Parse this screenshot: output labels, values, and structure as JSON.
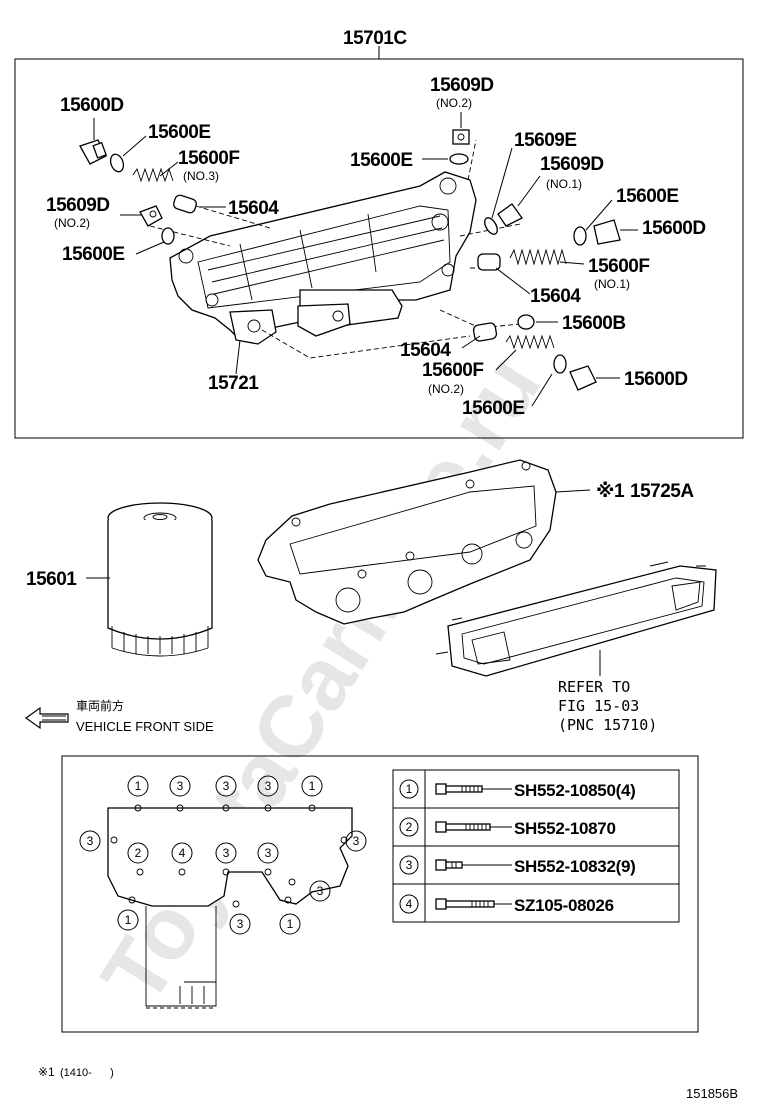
{
  "assembly": {
    "part_number": "15701C",
    "callouts": {
      "p15600D_tl": "15600D",
      "p15600E_a": "15600E",
      "p15600F_no3": "15600F",
      "no3": "(NO.3)",
      "p15609D_no2_left": "15609D",
      "no2_left": "(NO.2)",
      "p15604_a": "15604",
      "p15600E_left": "15600E",
      "p15609D_no2_top": "15609D",
      "no2_top": "(NO.2)",
      "p15600E_top": "15600E",
      "p15609E": "15609E",
      "p15609D_no1": "15609D",
      "no1_a": "(NO.1)",
      "p15600E_right": "15600E",
      "p15600D_right": "15600D",
      "p15600F_no1": "15600F",
      "no1_b": "(NO.1)",
      "p15604_b": "15604",
      "p15600B": "15600B",
      "p15604_c": "15604",
      "p15600F_no2": "15600F",
      "no2_c": "(NO.2)",
      "p15600D_bottom": "15600D",
      "p15600E_bottom": "15600E",
      "p15721": "15721"
    }
  },
  "filter": {
    "part_number": "15601"
  },
  "gasket": {
    "mark": "※1",
    "part_number": "15725A"
  },
  "refer": {
    "line1": "REFER TO",
    "line2": "FIG 15-03",
    "line3": "(PNC 15710)"
  },
  "direction": {
    "jp": "車両前方",
    "en": "VEHICLE FRONT SIDE"
  },
  "bolt_layout": {
    "top_row": [
      "1",
      "3",
      "3",
      "3",
      "1"
    ],
    "left": "3",
    "right": "3",
    "mid_row": [
      "2",
      "4",
      "3",
      "3"
    ],
    "right_low": "3",
    "bottom_row": [
      "1",
      "3",
      "1"
    ]
  },
  "bolt_table": [
    {
      "index": "1",
      "part": "SH552-10850(4)"
    },
    {
      "index": "2",
      "part": "SH552-10870"
    },
    {
      "index": "3",
      "part": "SH552-10832(9)"
    },
    {
      "index": "4",
      "part": "SZ105-08026"
    }
  ],
  "footnote": {
    "mark": "※1",
    "text": "(1410-      )"
  },
  "figure_id": "151856B",
  "watermark": "ToyotaCarMine.ru"
}
